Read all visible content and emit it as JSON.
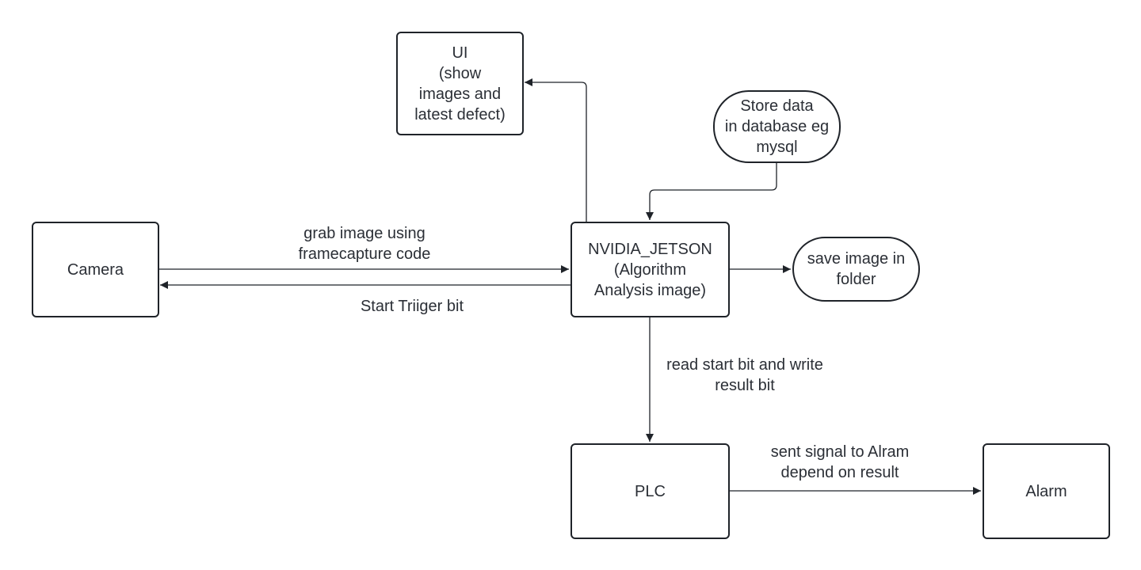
{
  "nodes": {
    "ui": "UI\n(show\nimages and\nlatest defect)",
    "database": "Store data\nin database eg\nmysql",
    "camera": "Camera",
    "jetson": "NVIDIA_JETSON\n(Algorithm\nAnalysis image)",
    "save_folder": "save image in\nfolder",
    "plc": "PLC",
    "alarm": "Alarm"
  },
  "edges": {
    "grab_image": "grab image  using\nframecapture code",
    "start_trigger": "Start Triiger bit",
    "read_write": "read start bit and write\nresult bit",
    "sent_signal": "sent signal to Alram\ndepend on result"
  },
  "colors": {
    "stroke": "#1f2329",
    "text": "#2b2f36",
    "background": "#ffffff"
  }
}
